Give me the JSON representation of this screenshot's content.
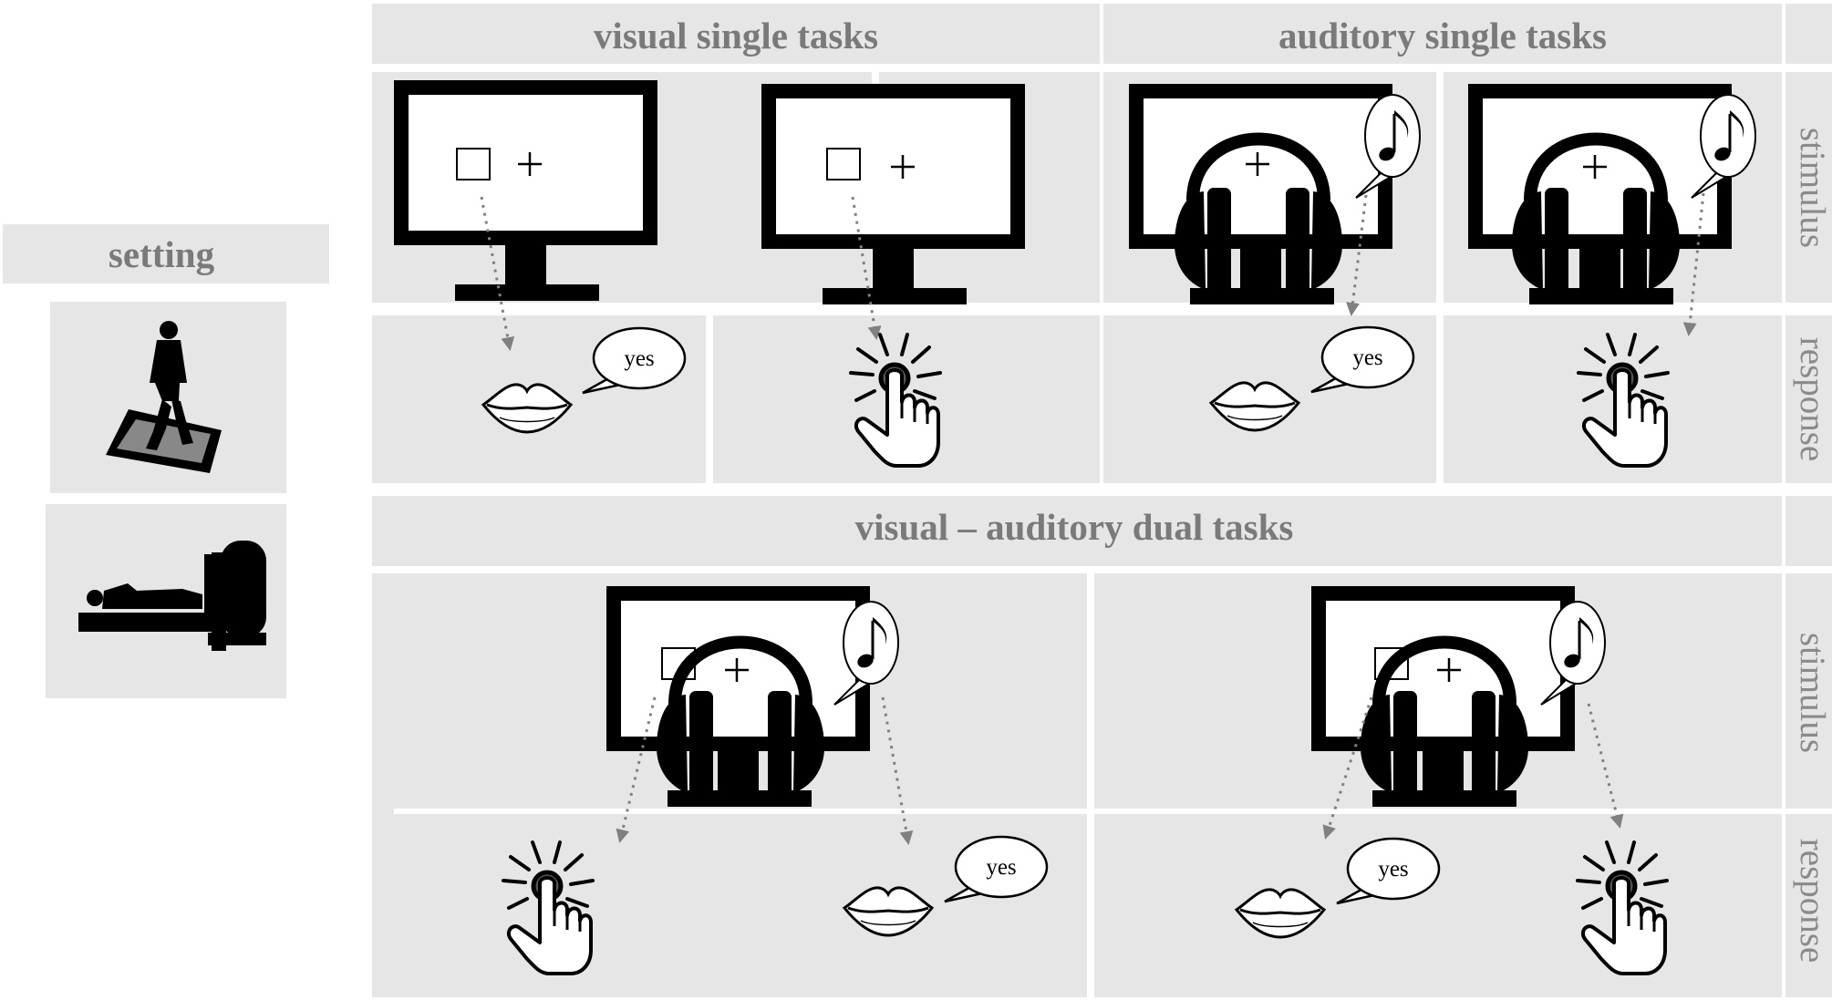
{
  "setting_label": "setting",
  "headers": {
    "visual_single": "visual single tasks",
    "auditory_single": "auditory single tasks",
    "dual": "visual – auditory dual tasks"
  },
  "row_labels": {
    "stimulus": "stimulus",
    "response": "response"
  },
  "speech_word": "yes",
  "colors": {
    "panel_background": "#e6e6e6",
    "header_text": "#7a7a7a",
    "icon": "#000000",
    "arrow": "#808080"
  },
  "icons": [
    "walking-person-icon",
    "lying-person-scanner-icon",
    "monitor-icon",
    "headphones-icon",
    "music-note-bubble-icon",
    "lips-icon",
    "speech-bubble-icon",
    "finger-press-icon"
  ]
}
